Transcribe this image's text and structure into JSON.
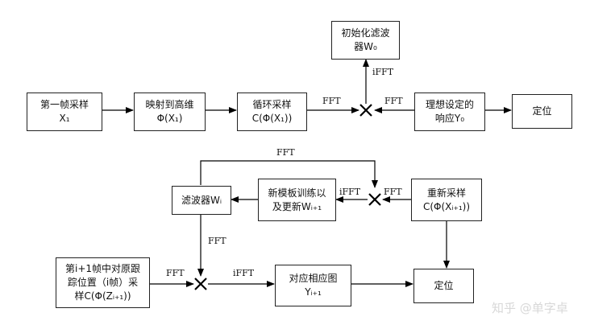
{
  "boxes": {
    "init_filter": [
      "初始化滤波",
      "器W₀"
    ],
    "first_frame": [
      "第一帧采样",
      "X₁"
    ],
    "map_high": [
      "映射到高维",
      "Φ(X₁)"
    ],
    "circ_sample": [
      "循环采样",
      "C(Φ(X₁))"
    ],
    "ideal_resp": [
      "理想设定的",
      "响应Y₀"
    ],
    "locate_top": [
      "定位"
    ],
    "filter_wi": [
      "滤波器Wᵢ"
    ],
    "new_template": [
      "新模板训练以",
      "及更新Wᵢ₊₁"
    ],
    "resample": [
      "重新采样",
      "C(Φ(Xᵢ₊₁))"
    ],
    "frame_i1": [
      "第i+1帧中对原跟",
      "踪位置（i帧）采",
      "样C(Φ(Zᵢ₊₁))"
    ],
    "corr_map": [
      "对应相应图",
      "Yᵢ₊₁"
    ],
    "locate_bottom": [
      "定位"
    ]
  },
  "labels": {
    "ifft_top": "iFFT",
    "fft_circ": "FFT",
    "fft_ideal": "FFT",
    "fft_loop": "FFT",
    "ifft_mid": "iFFT",
    "fft_resample": "FFT",
    "fft_filter_down": "FFT",
    "fft_bottom_left": "FFT",
    "ifft_bottom": "iFFT"
  },
  "watermark": "知乎 @单字卓"
}
